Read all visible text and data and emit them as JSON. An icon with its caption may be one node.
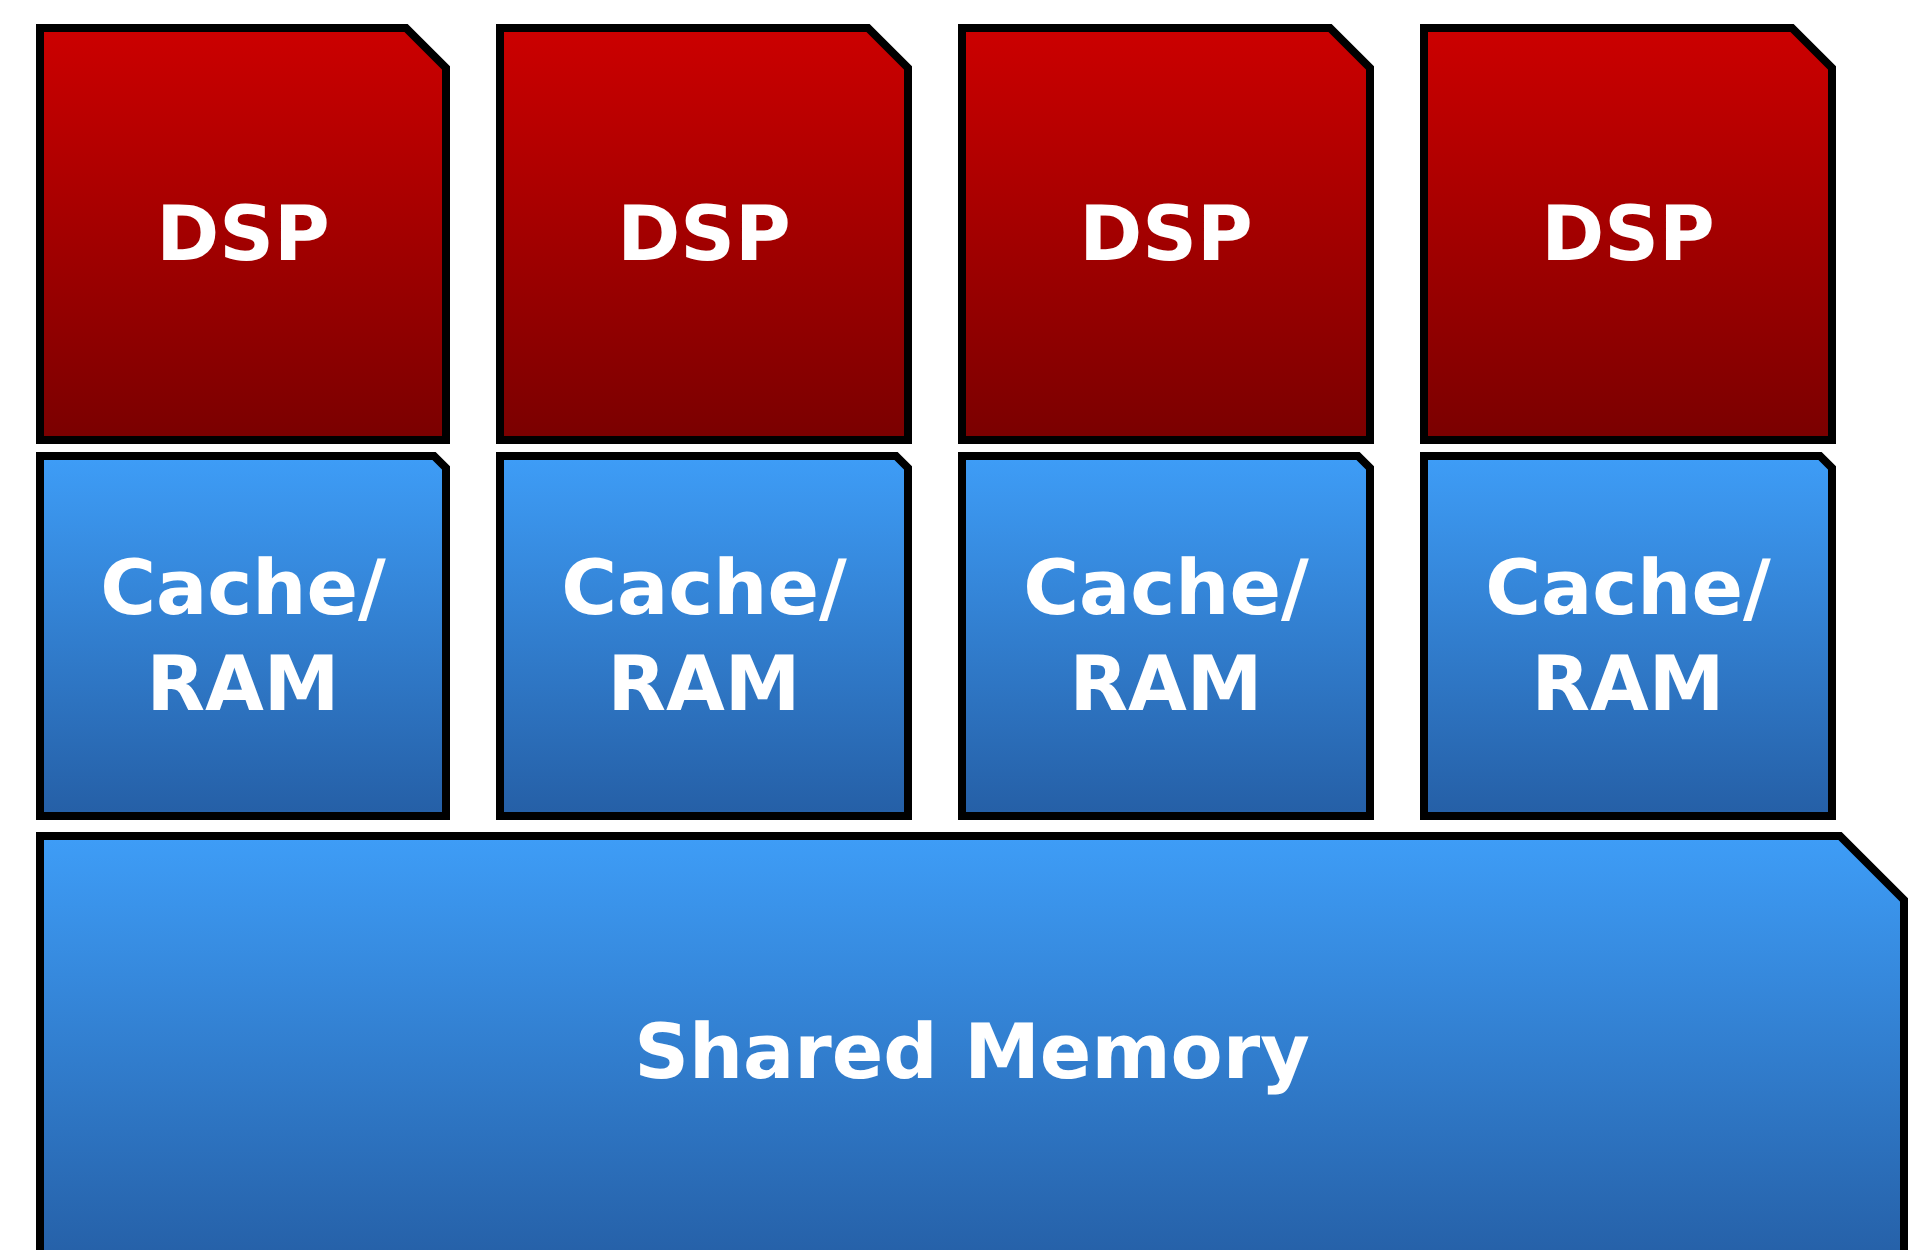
{
  "diagram": {
    "nodes": [
      {
        "text": [
          "DSP"
        ]
      },
      {
        "text": [
          "DSP"
        ]
      },
      {
        "text": [
          "DSP"
        ]
      },
      {
        "text": [
          "DSP"
        ]
      },
      {
        "text": [
          "Cache/ RAM"
        ]
      },
      {
        "text": [
          "Cache/ RAM"
        ]
      },
      {
        "text": [
          "Cache/ RAM"
        ]
      },
      {
        "text": [
          "Cache/ RAM"
        ]
      },
      {
        "text": [
          "Shared Memory"
        ]
      }
    ]
  }
}
